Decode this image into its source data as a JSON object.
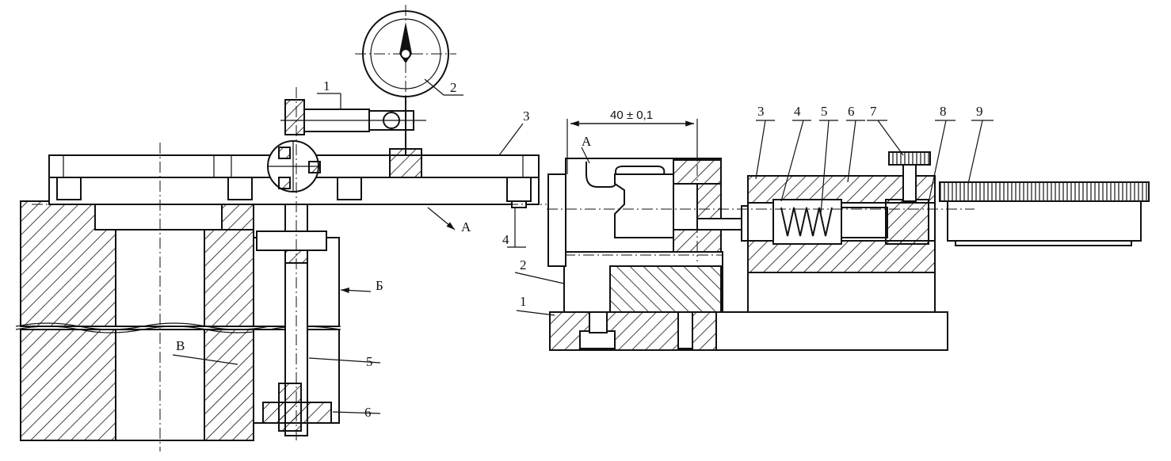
{
  "left_view": {
    "callouts": {
      "c1": "1",
      "c2": "2",
      "c3": "3",
      "c4": "4",
      "c5": "5",
      "c6": "6",
      "surface_a": "А",
      "surface_b": "Б",
      "surface_v": "В"
    }
  },
  "right_view": {
    "dimension": "40 ± 0,1",
    "callouts": {
      "c1": "1",
      "c2": "2",
      "c3": "3",
      "c4": "4",
      "c5": "5",
      "c6": "6",
      "c7": "7",
      "c8": "8",
      "c9": "9",
      "surface_a": "А"
    }
  }
}
